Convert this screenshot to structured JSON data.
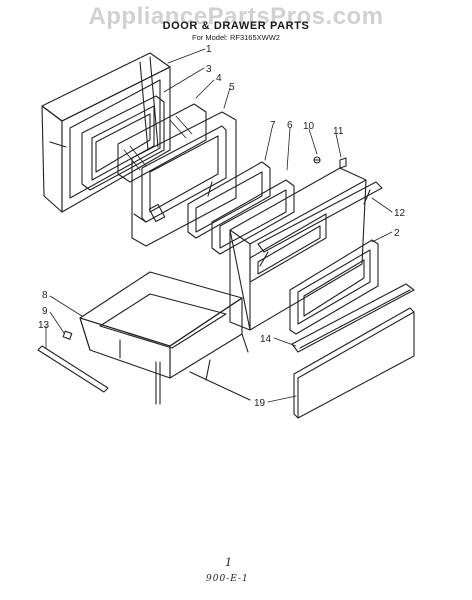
{
  "watermark": "AppliancePartsPros.com",
  "title": "DOOR & DRAWER PARTS",
  "model_line": "For Model: RF3165XWW2",
  "callouts": {
    "c1": "1",
    "c2": "2",
    "c3": "3",
    "c4": "4",
    "c5": "5",
    "c6": "6",
    "c7": "7",
    "c8": "8",
    "c9": "9",
    "c10": "10",
    "c11": "11",
    "c12": "12",
    "c13": "13",
    "c14": "14",
    "c19": "19"
  },
  "footer": {
    "page_number": "1",
    "page_code": "900-E-1"
  },
  "colors": {
    "ink": "#222222",
    "watermark": "#c9c9c9"
  }
}
